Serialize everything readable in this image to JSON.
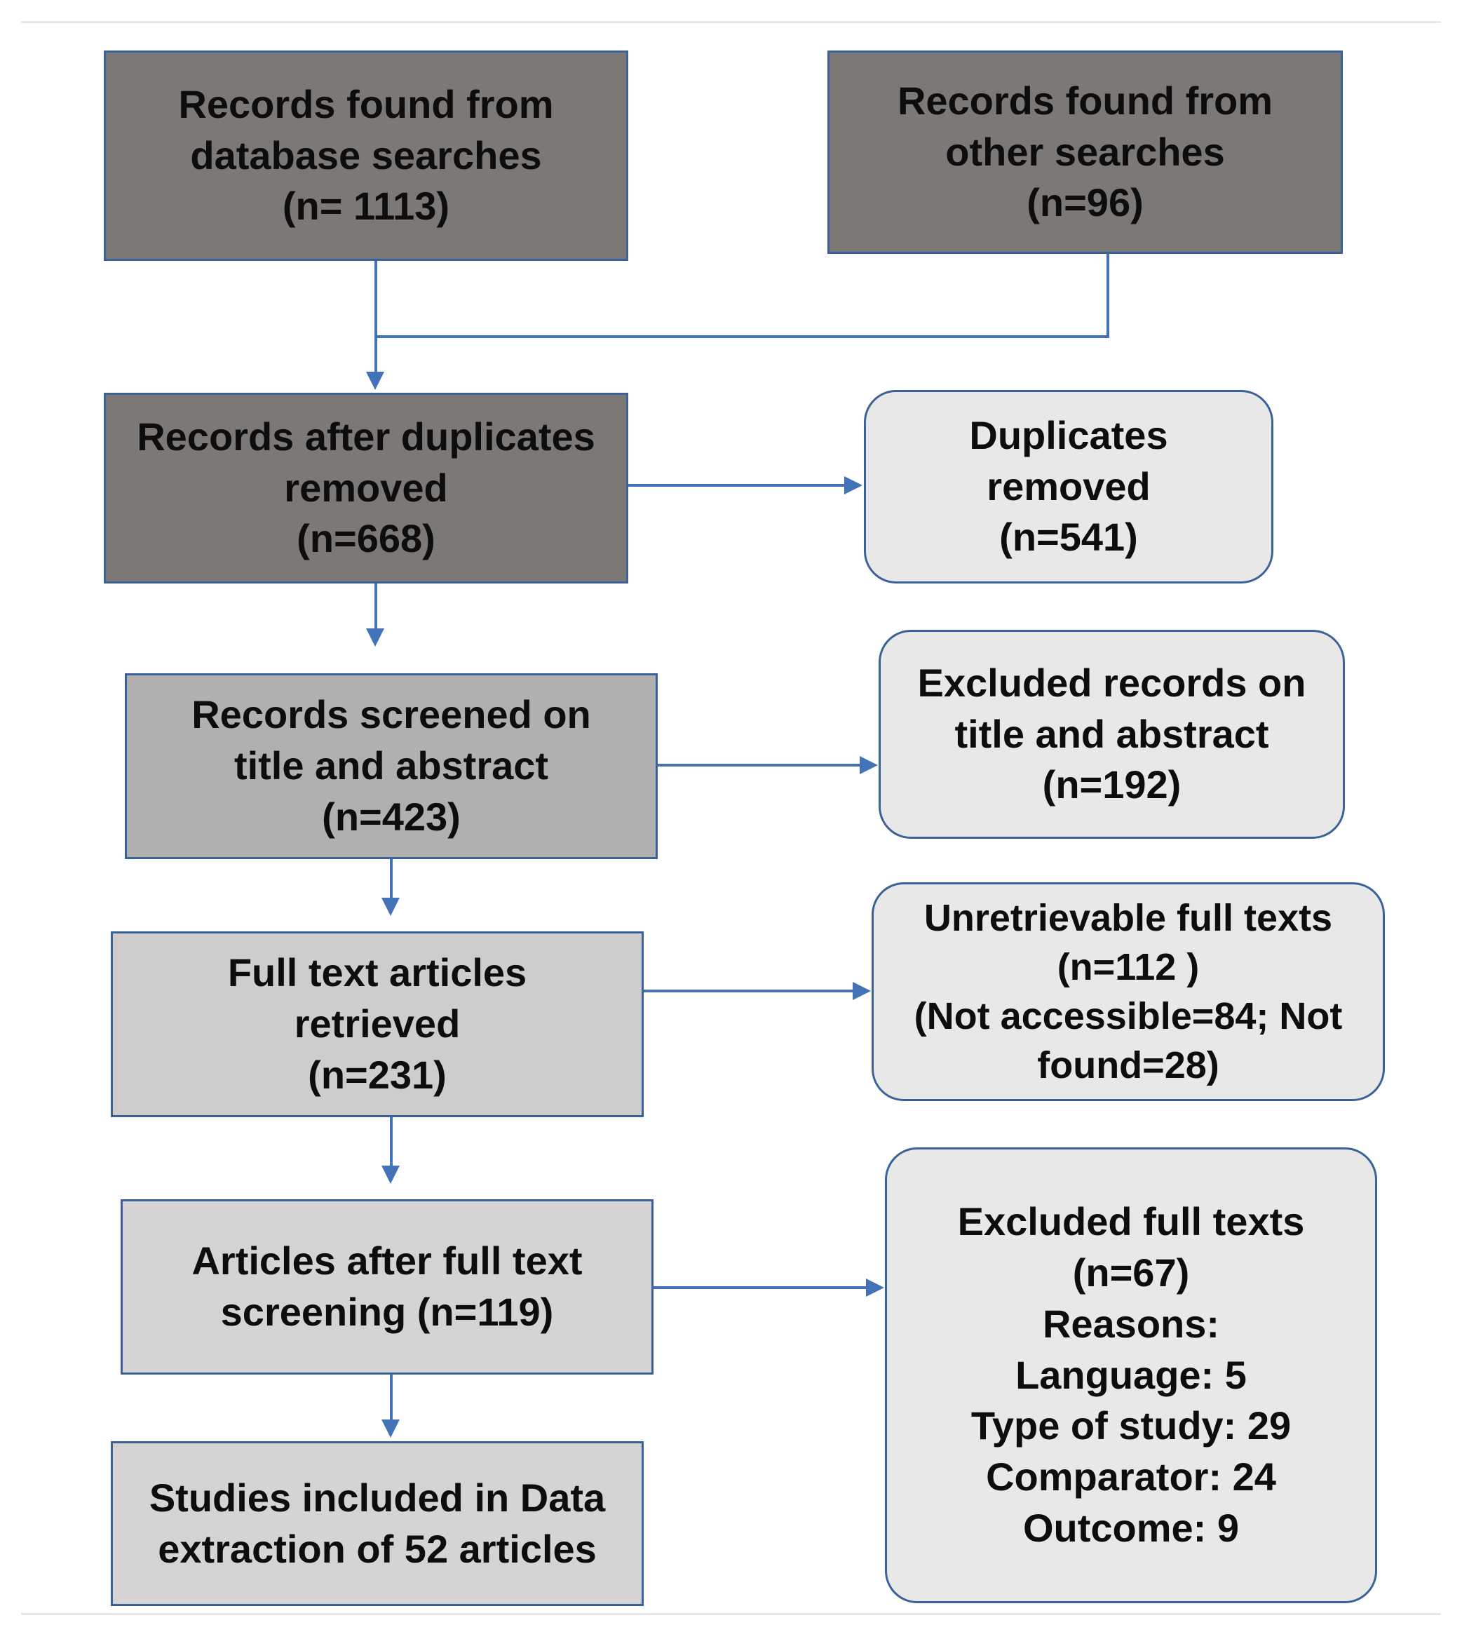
{
  "diagram": {
    "type": "prisma-flow-diagram",
    "title": "",
    "colors": {
      "border": "#3b6199",
      "connector": "#4472b8",
      "fill_dark": "#7b7876",
      "fill_mid": "#b2b0ae",
      "fill_light": "#cfcdcb",
      "fill_lighter": "#d6d4d2",
      "fill_pale": "#e8e8e8"
    },
    "nodes": {
      "records_database": {
        "lines": [
          "Records found from",
          "database searches",
          "(n= 1113)"
        ],
        "count": 1113,
        "shape": "rect"
      },
      "records_other": {
        "lines": [
          "Records found from",
          "other searches",
          "(n=96)"
        ],
        "count": 96,
        "shape": "rect"
      },
      "records_after_duplicates": {
        "lines": [
          "Records after duplicates",
          "removed",
          "(n=668)"
        ],
        "count": 668,
        "shape": "rect"
      },
      "duplicates_removed": {
        "lines": [
          "Duplicates",
          "removed",
          "(n=541)"
        ],
        "count": 541,
        "shape": "rounded"
      },
      "records_screened": {
        "lines": [
          "Records screened on",
          "title and abstract",
          "(n=423)"
        ],
        "count": 423,
        "shape": "rect"
      },
      "excluded_title_abstract": {
        "lines": [
          "Excluded records on",
          "title and abstract",
          "(n=192)"
        ],
        "count": 192,
        "shape": "rounded"
      },
      "full_text_retrieved": {
        "lines": [
          "Full text articles",
          "retrieved",
          "(n=231)"
        ],
        "count": 231,
        "shape": "rect"
      },
      "unretrievable_full_texts": {
        "lines": [
          "Unretrievable full texts",
          "(n=112 )",
          "(Not accessible=84; Not",
          "found=28)"
        ],
        "count": 112,
        "not_accessible": 84,
        "not_found": 28,
        "shape": "rounded"
      },
      "articles_after_full_text": {
        "lines": [
          "Articles after full text",
          "screening (n=119)"
        ],
        "count": 119,
        "shape": "rect"
      },
      "excluded_full_texts": {
        "lines": [
          "Excluded full texts",
          "(n=67)",
          "Reasons:",
          "Language: 5",
          "Type of study: 29",
          "Comparator: 24",
          "Outcome: 9"
        ],
        "count": 67,
        "reasons": {
          "Language": 5,
          "Type of study": 29,
          "Comparator": 24,
          "Outcome": 9
        },
        "shape": "rounded"
      },
      "studies_included": {
        "lines": [
          "Studies included in Data",
          "extraction of 52 articles"
        ],
        "count": 52,
        "shape": "rect"
      }
    }
  }
}
